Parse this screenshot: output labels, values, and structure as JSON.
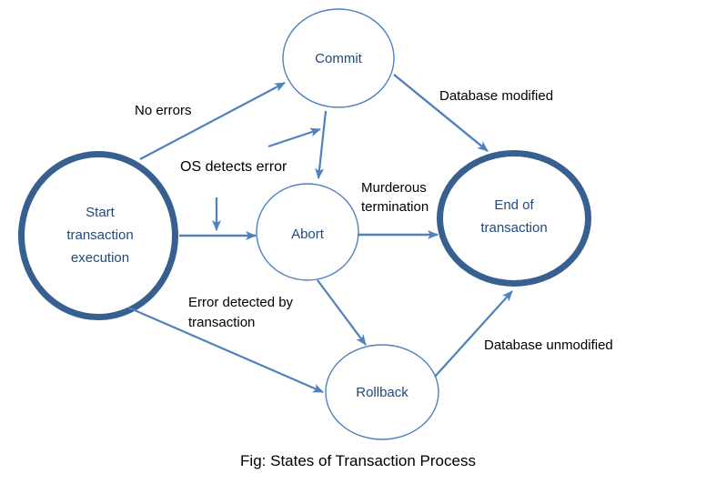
{
  "caption": "Fig: States of Transaction Process",
  "colors": {
    "edge": "#4f81bd",
    "node_stroke": "#4f81bd",
    "node_stroke_thick": "#376091",
    "node_text": "#1f497d",
    "label_text": "#000000",
    "bg": "#ffffff"
  },
  "nodes": {
    "start": {
      "label": "Start\ntransaction\nexecution"
    },
    "commit": {
      "label": "Commit"
    },
    "abort": {
      "label": "Abort"
    },
    "end": {
      "label": "End of\ntransaction"
    },
    "rollback": {
      "label": "Rollback"
    }
  },
  "edges": {
    "no_errors": {
      "label": "No errors",
      "from": "start",
      "to": "commit"
    },
    "os_detects_error": {
      "label": "OS detects error",
      "from": "annotation",
      "to": "abort-transitions"
    },
    "database_modified": {
      "label": "Database modified",
      "from": "commit",
      "to": "end"
    },
    "murderous_termination": {
      "label": "Murderous\ntermination",
      "from": "abort",
      "to": "end"
    },
    "error_detected": {
      "label": "Error detected by\ntransaction",
      "from": "start",
      "to": "rollback"
    },
    "database_unmodified": {
      "label": "Database unmodified",
      "from": "rollback",
      "to": "end"
    }
  }
}
